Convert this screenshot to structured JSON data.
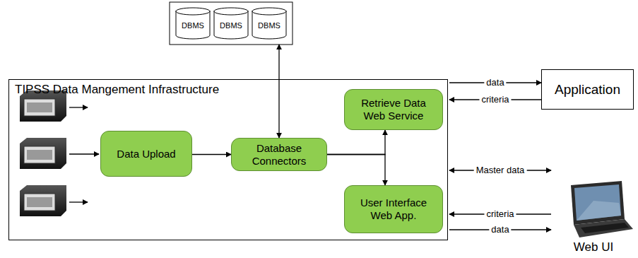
{
  "diagram": {
    "nodes": [
      {
        "text": [
          "DBMS"
        ]
      },
      {
        "text": [
          "DBMS"
        ]
      },
      {
        "text": [
          "DBMS"
        ]
      },
      {
        "text": [
          "TIPSS Data Mangement Infrastructure"
        ]
      },
      {
        "text": [
          "Data Upload"
        ],
        "in": 3
      },
      {
        "text": [
          "Database Connectors"
        ],
        "in": 3
      },
      {
        "text": [
          "Retrieve Data Web Service"
        ],
        "in": 3
      },
      {
        "text": [
          "User Interface Web App."
        ],
        "in": 3
      },
      {
        "text": [
          "Application"
        ]
      },
      {
        "text": [
          "Web UI"
        ]
      }
    ],
    "edges": [
      {
        "from": 4,
        "to": 5,
        "arrow": "to"
      },
      {
        "from": 5,
        "to": 2,
        "arrow": "both"
      },
      {
        "from": 5,
        "to": 6,
        "arrow": "to"
      },
      {
        "from": 5,
        "to": 7,
        "arrow": "to"
      },
      {
        "from": 3,
        "to": 8,
        "label": "data",
        "arrow": "to"
      },
      {
        "from": 8,
        "to": 3,
        "label": "criteria",
        "arrow": "to"
      },
      {
        "from": 3,
        "to": 9,
        "label": "Master data",
        "arrow": "both"
      },
      {
        "from": 9,
        "to": 3,
        "label": "criteria",
        "arrow": "to"
      },
      {
        "from": 3,
        "to": 9,
        "label": "data",
        "arrow": "to"
      }
    ]
  }
}
